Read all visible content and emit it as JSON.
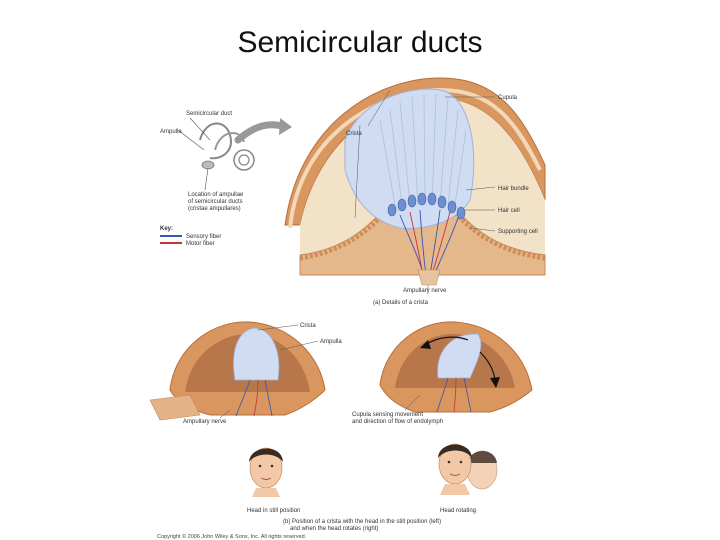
{
  "title": "Semicircular ducts",
  "panel_a": {
    "semicircular_duct": "Semicircular duct",
    "ampulla": "Ampulla",
    "location_line1": "Location of ampullae",
    "location_line2": "of semicircular ducts",
    "location_line3": "(cristae ampullares)",
    "key": "Key:",
    "sensory_fiber": "Sensory fiber",
    "motor_fiber": "Motor fiber",
    "crista": "Crista",
    "cupula": "Cupula",
    "hair_bundle": "Hair bundle",
    "hair_cell": "Hair cell",
    "supporting_cell": "Supporting cell",
    "ampullary_nerve": "Ampullary nerve",
    "caption": "(a) Details of a crista"
  },
  "panel_b": {
    "crista": "Crista",
    "ampulla": "Ampulla",
    "ampullary_nerve": "Ampullary nerve",
    "cupula_line1": "Cupula sensing movement",
    "cupula_line2": "and direction of flow of endolymph",
    "head_still": "Head in still position",
    "head_rotating": "Head rotating",
    "caption_line1": "(b) Position of a crista with the head in the still position (left)",
    "caption_line2": "and when the head rotates (right)"
  },
  "copyright_line1": "Copyright © 2006 John Wiley & Sons, Inc.  All rights reserved.",
  "colors": {
    "sensory": "#3553b8",
    "motor": "#c8323a",
    "cupula": "#cfdcf2",
    "tissue": "#e8c9a2",
    "wall": "#d9965e"
  }
}
